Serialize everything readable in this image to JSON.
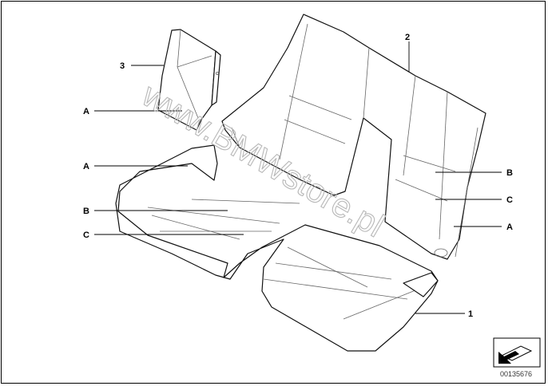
{
  "callouts": [
    {
      "id": "3",
      "text": "3"
    },
    {
      "id": "A-top",
      "text": "A"
    },
    {
      "id": "A-mid",
      "text": "A"
    },
    {
      "id": "B-left",
      "text": "B"
    },
    {
      "id": "C-left",
      "text": "C"
    },
    {
      "id": "2",
      "text": "2"
    },
    {
      "id": "B-right",
      "text": "B"
    },
    {
      "id": "C-right",
      "text": "C"
    },
    {
      "id": "A-right",
      "text": "A"
    },
    {
      "id": "1",
      "text": "1"
    }
  ],
  "watermark": "www.BMWstore.pl",
  "reference_number": "00135676"
}
